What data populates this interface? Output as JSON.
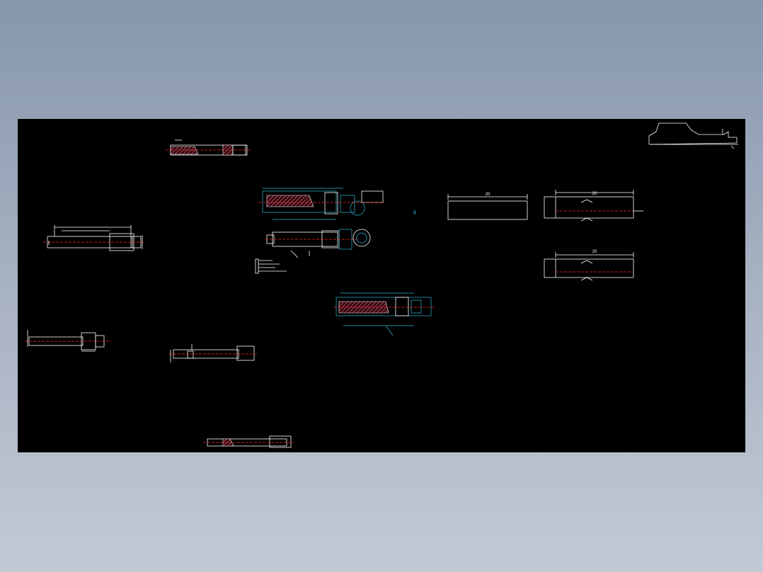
{
  "drawing": {
    "dimension_labels": {
      "block_top_left": "20",
      "block_top_right": "20",
      "block_bottom_right": "20"
    }
  },
  "colors": {
    "viewport_background": "#000000",
    "outline": "#ffffff",
    "dimension": "#2fb7d8",
    "centerline": "#ff2a2a",
    "hatch": "#cc3344"
  }
}
